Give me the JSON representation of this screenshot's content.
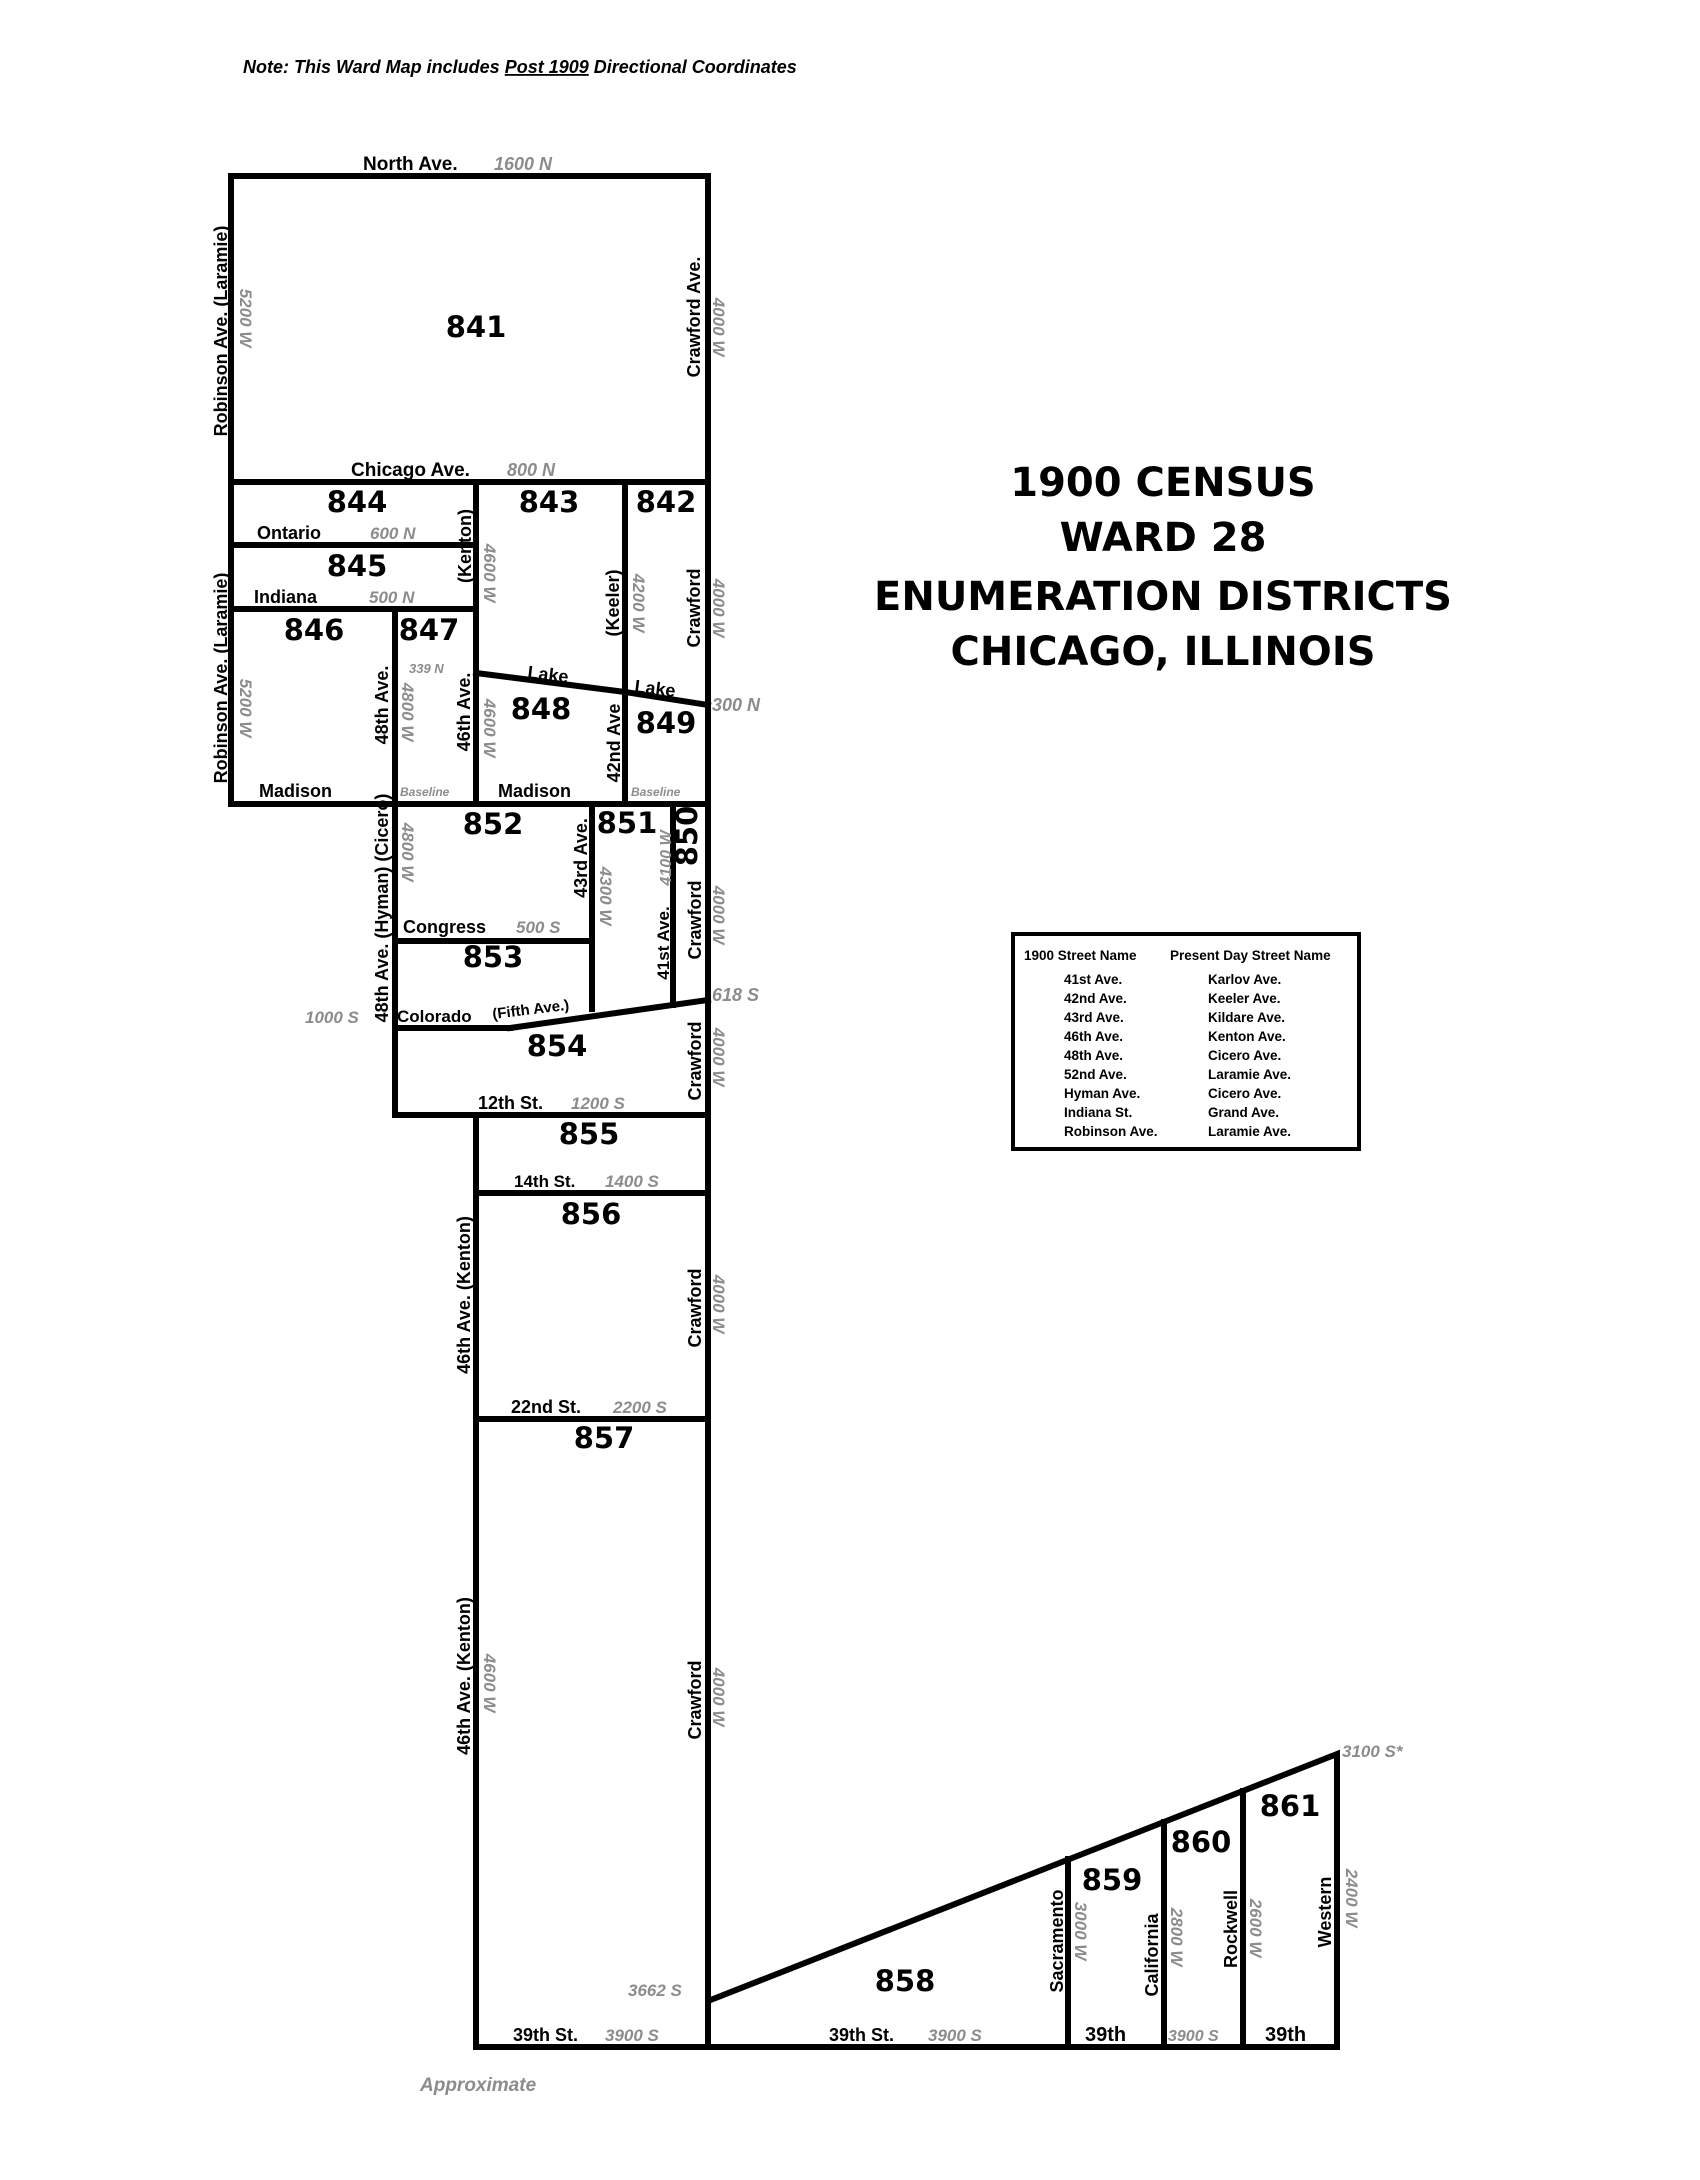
{
  "note": {
    "prefix": "Note:  This Ward Map includes ",
    "underlined": "Post 1909",
    "suffix": " Directional Coordinates"
  },
  "title": {
    "line1": "1900 CENSUS",
    "line2": "WARD 28",
    "line3": "ENUMERATION DISTRICTS",
    "line4": "CHICAGO, ILLINOIS"
  },
  "districts": [
    "841",
    "842",
    "843",
    "844",
    "845",
    "846",
    "847",
    "848",
    "849",
    "850",
    "851",
    "852",
    "853",
    "854",
    "855",
    "856",
    "857",
    "858",
    "859",
    "860",
    "861"
  ],
  "streets": {
    "north_ave": "North Ave.",
    "chicago_ave": "Chicago Ave.",
    "ontario": "Ontario",
    "indiana": "Indiana",
    "madison": "Madison",
    "lake": "Lake",
    "congress": "Congress",
    "colorado_a": "Colorado",
    "colorado_b": "(Fifth Ave.)",
    "st12": "12th St.",
    "st14": "14th St.",
    "st22": "22nd St.",
    "st39": "39th St.",
    "th39": "39th",
    "robinson": "Robinson Ave. (Laramie)",
    "crawford_ave": "Crawford Ave.",
    "crawford": "Crawford",
    "kenton_paren": "(Kenton)",
    "keeler_paren": "(Keeler)",
    "ave48": "48th Ave.",
    "ave46": "46th Ave.",
    "ave42": "42nd Ave",
    "ave43": "43rd Ave.",
    "ave41": "41st Ave.",
    "hyman_cicero": "48th Ave.  (Hyman) (Cicero)",
    "ave46_kenton": "46th Ave. (Kenton)",
    "sacramento": "Sacramento",
    "california": "California",
    "rockwell": "Rockwell",
    "western": "Western"
  },
  "coordinates": {
    "n1600": "1600 N",
    "n800": "800 N",
    "n600": "600 N",
    "n500": "500 N",
    "n339": "339 N",
    "n300": "300 N",
    "baseline": "Baseline",
    "s500": "500 S",
    "s618": "618 S",
    "s1000": "1000 S",
    "s1200": "1200 S",
    "s1400": "1400 S",
    "s2200": "2200 S",
    "s3662": "3662 S",
    "s3900": "3900 S",
    "s3100": "3100 S*",
    "w5200": "5200 W",
    "w4800": "4800 W",
    "w4600": "4600 W",
    "w4300": "4300 W",
    "w4200": "4200 W",
    "w4100": "4100 W",
    "w4000": "4000 W",
    "w3000": "3000 W",
    "w2800": "2800 W",
    "w2600": "2600 W",
    "w2400": "2400 W"
  },
  "approximate": "Approximate",
  "legend": {
    "headers": [
      "1900 Street Name",
      "Present Day Street Name"
    ],
    "rows": [
      [
        "41st Ave.",
        "Karlov Ave."
      ],
      [
        "42nd Ave.",
        "Keeler Ave."
      ],
      [
        "43rd Ave.",
        "Kildare Ave."
      ],
      [
        "46th Ave.",
        "Kenton Ave."
      ],
      [
        "48th Ave.",
        "Cicero Ave."
      ],
      [
        "52nd Ave.",
        "Laramie Ave."
      ],
      [
        "Hyman Ave.",
        "Cicero Ave."
      ],
      [
        "Indiana St.",
        "Grand Ave."
      ],
      [
        "Robinson Ave.",
        "Laramie Ave."
      ]
    ]
  }
}
